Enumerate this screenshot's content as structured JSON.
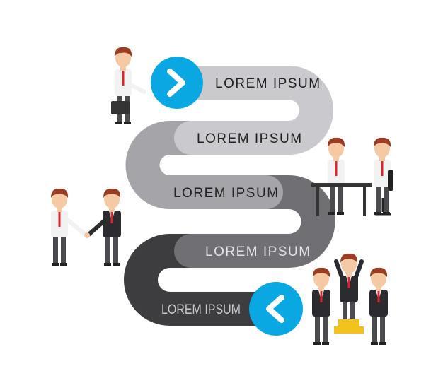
{
  "steps": [
    {
      "label": "LOREM IPSUM"
    },
    {
      "label": "LOREM IPSUM"
    },
    {
      "label": "LOREM IPSUM"
    },
    {
      "label": "LOREM IPSUM"
    },
    {
      "label": "LOREM IPSUM"
    }
  ],
  "colors": {
    "accent": "#0aa8e2",
    "band1": "#c9c9ce",
    "band2": "#a4a4a9",
    "band3": "#707074",
    "band4": "#3d3d3f"
  },
  "icons": {
    "start": "chevron-right-icon",
    "end": "chevron-left-icon"
  }
}
